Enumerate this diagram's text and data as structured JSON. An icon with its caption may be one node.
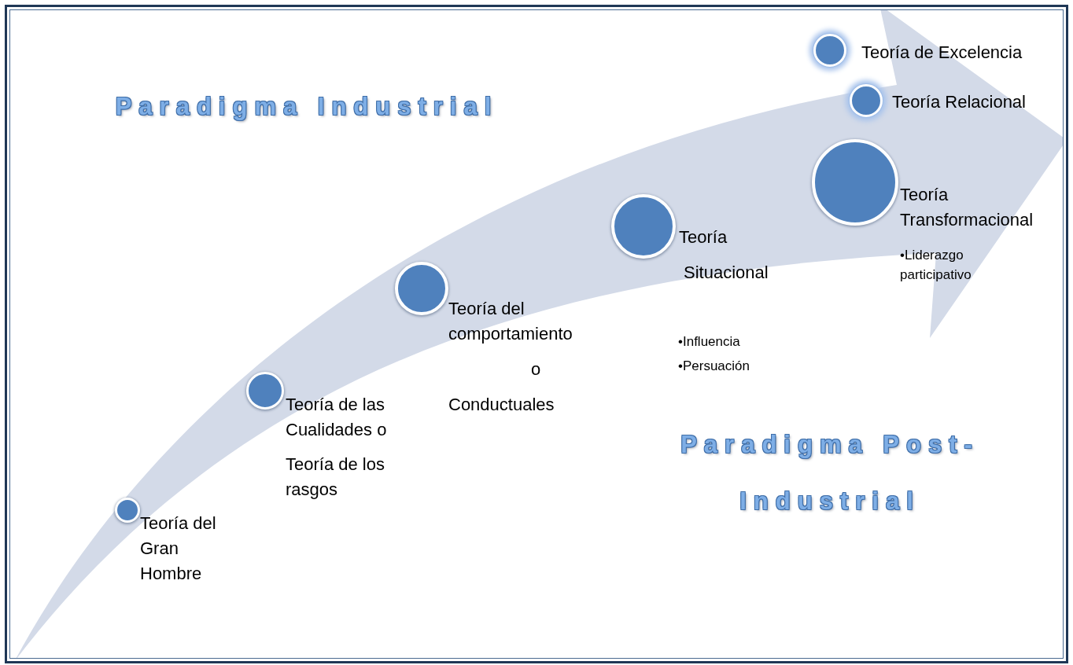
{
  "diagram": {
    "nodes": [
      {
        "text": [],
        "shape": "circle",
        "beside": [
          "Teoría del Gran Hombre"
        ]
      },
      {
        "text": [],
        "shape": "circle",
        "beside": [
          "Teoría de las Cualidades  o",
          "Teoría de los rasgos"
        ]
      },
      {
        "text": [],
        "shape": "circle",
        "beside": [
          "Teoría del comportamiento",
          "o",
          "Conductuales"
        ]
      },
      {
        "text": [],
        "shape": "circle",
        "beside": [
          "Teoría",
          "Situacional",
          "•Influencia",
          "•Persuación"
        ]
      },
      {
        "text": [],
        "shape": "circle",
        "beside": [
          "Teoría Transformacional",
          "•Liderazgo participativo"
        ]
      },
      {
        "text": [],
        "shape": "circle",
        "beside": [
          "Teoría Relacional"
        ]
      },
      {
        "text": [],
        "shape": "circle",
        "beside": [
          "Teoría de Excelencia"
        ]
      }
    ],
    "labels": [
      "Paradigma Industrial",
      "Paradigma Post-Industrial"
    ]
  }
}
